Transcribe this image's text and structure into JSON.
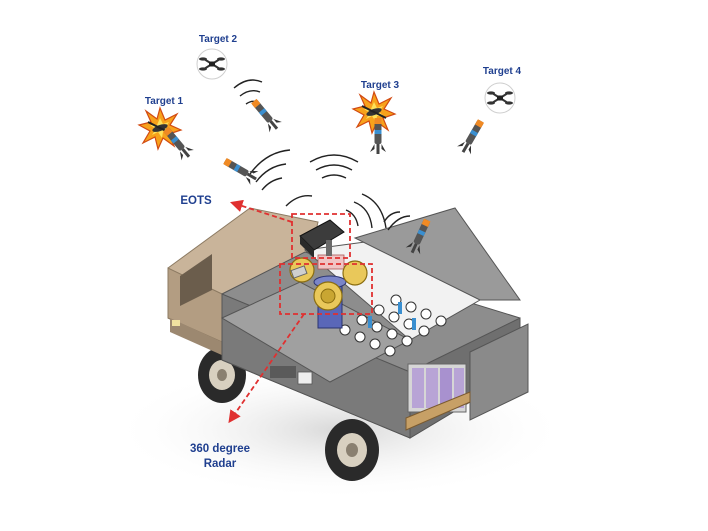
{
  "targets": [
    {
      "label": "Target 1",
      "status": "destroyed"
    },
    {
      "label": "Target 2",
      "status": "active"
    },
    {
      "label": "Target 3",
      "status": "destroyed"
    },
    {
      "label": "Target 4",
      "status": "active"
    }
  ],
  "sensors": {
    "eots_label": "EOTS",
    "radar_label_line1": "360 degree",
    "radar_label_line2": "Radar"
  },
  "colors": {
    "label_text": "#1f3f8f",
    "callout_red": "#e03030",
    "truck_cab": "#c9b49a",
    "container": "#8d8d8d",
    "munition_orange": "#f08a24"
  },
  "icons": [
    "drone-icon",
    "explosion-icon",
    "interceptor-munition-icon",
    "radio-wave-icon"
  ]
}
